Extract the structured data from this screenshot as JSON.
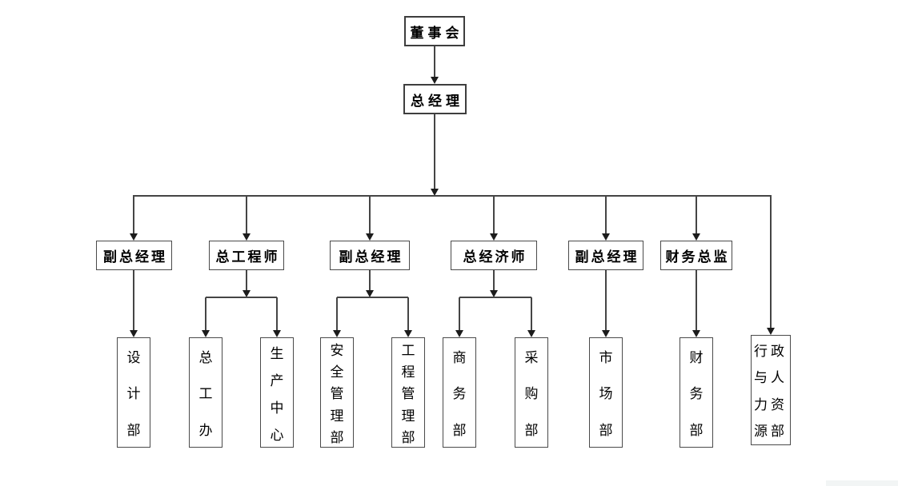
{
  "diagram": {
    "type": "org-chart",
    "colors": {
      "background": "#ffffff",
      "line": "#454545",
      "box_border": "#4a4a4a",
      "text": "#000000"
    },
    "tree": {
      "label": "董事会",
      "children": [
        {
          "label": "总经理",
          "children": [
            {
              "label": "副总经理",
              "children": [
                {
                  "label": "设计部"
                }
              ]
            },
            {
              "label": "总工程师",
              "children": [
                {
                  "label": "总工办"
                },
                {
                  "label": "生产中心"
                }
              ]
            },
            {
              "label": "副总经理",
              "children": [
                {
                  "label": "安全管理部"
                },
                {
                  "label": "工程管理部"
                }
              ]
            },
            {
              "label": "总经济师",
              "children": [
                {
                  "label": "商务部"
                },
                {
                  "label": "采购部"
                }
              ]
            },
            {
              "label": "副总经理",
              "children": [
                {
                  "label": "市场部"
                }
              ]
            },
            {
              "label": "财务总监",
              "children": [
                {
                  "label": "财务部"
                }
              ]
            },
            {
              "label": "行政与人力资源部"
            }
          ]
        }
      ]
    }
  }
}
